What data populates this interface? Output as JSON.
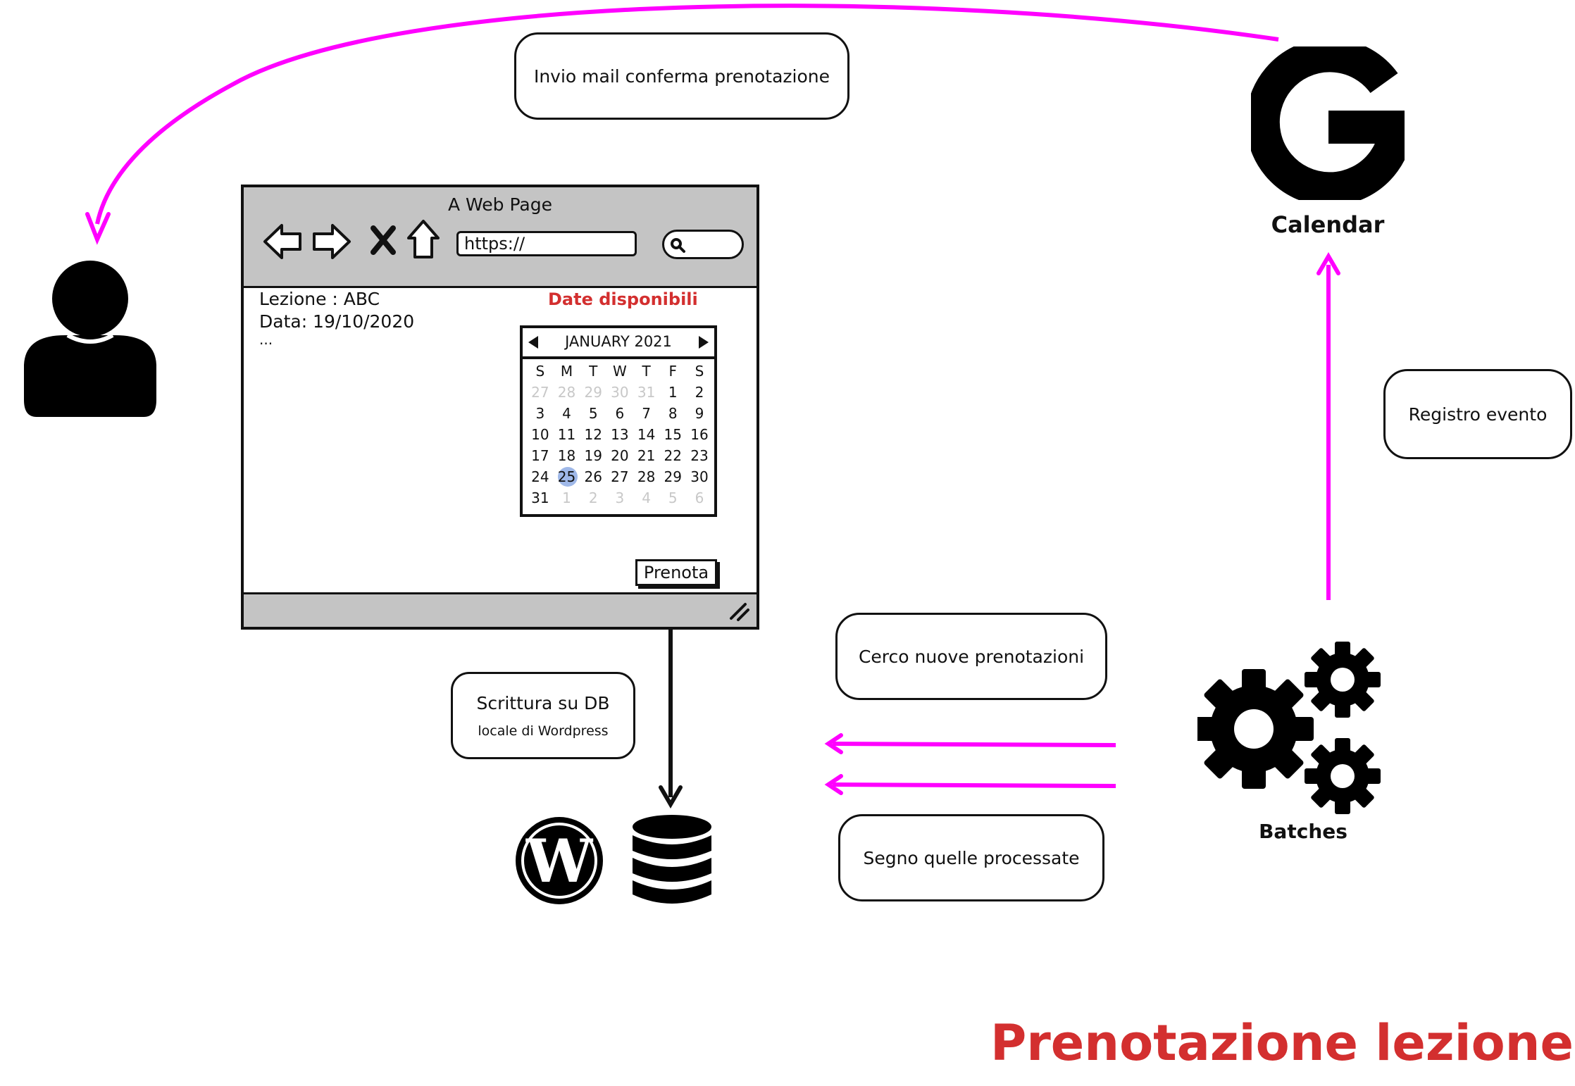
{
  "browser": {
    "title": "A Web Page",
    "url": "https://",
    "content_lines": [
      "Lezione : ABC",
      "Data: 19/10/2020",
      "..."
    ],
    "available_label": "Date disponibili",
    "button_label": "Prenota",
    "calendar": {
      "month": "JANUARY 2021",
      "weekdays": [
        "S",
        "M",
        "T",
        "W",
        "T",
        "F",
        "S"
      ],
      "weeks": [
        [
          "27",
          "28",
          "29",
          "30",
          "31",
          "1",
          "2"
        ],
        [
          "3",
          "4",
          "5",
          "6",
          "7",
          "8",
          "9"
        ],
        [
          "10",
          "11",
          "12",
          "13",
          "14",
          "15",
          "16"
        ],
        [
          "17",
          "18",
          "19",
          "20",
          "21",
          "22",
          "23"
        ],
        [
          "24",
          "25",
          "26",
          "27",
          "28",
          "29",
          "30"
        ],
        [
          "31",
          "1",
          "2",
          "3",
          "4",
          "5",
          "6"
        ]
      ],
      "selected_day": "25"
    }
  },
  "notes": {
    "mail": "Invio mail conferma prenotazione",
    "registro": "Registro evento",
    "cerco": "Cerco nuove prenotazioni",
    "segno": "Segno quelle processate",
    "scrittura_line1": "Scrittura su DB",
    "scrittura_line2": "locale di Wordpress"
  },
  "labels": {
    "calendar": "Calendar",
    "batches": "Batches"
  },
  "diagram_title": "Prenotazione lezione",
  "colors": {
    "arrow": "#ff00ff",
    "title": "#d32f2f",
    "selected_day": "#9fb8e8"
  },
  "icons": [
    "user-icon",
    "google-icon",
    "gears-icon",
    "wordpress-icon",
    "database-icon"
  ]
}
